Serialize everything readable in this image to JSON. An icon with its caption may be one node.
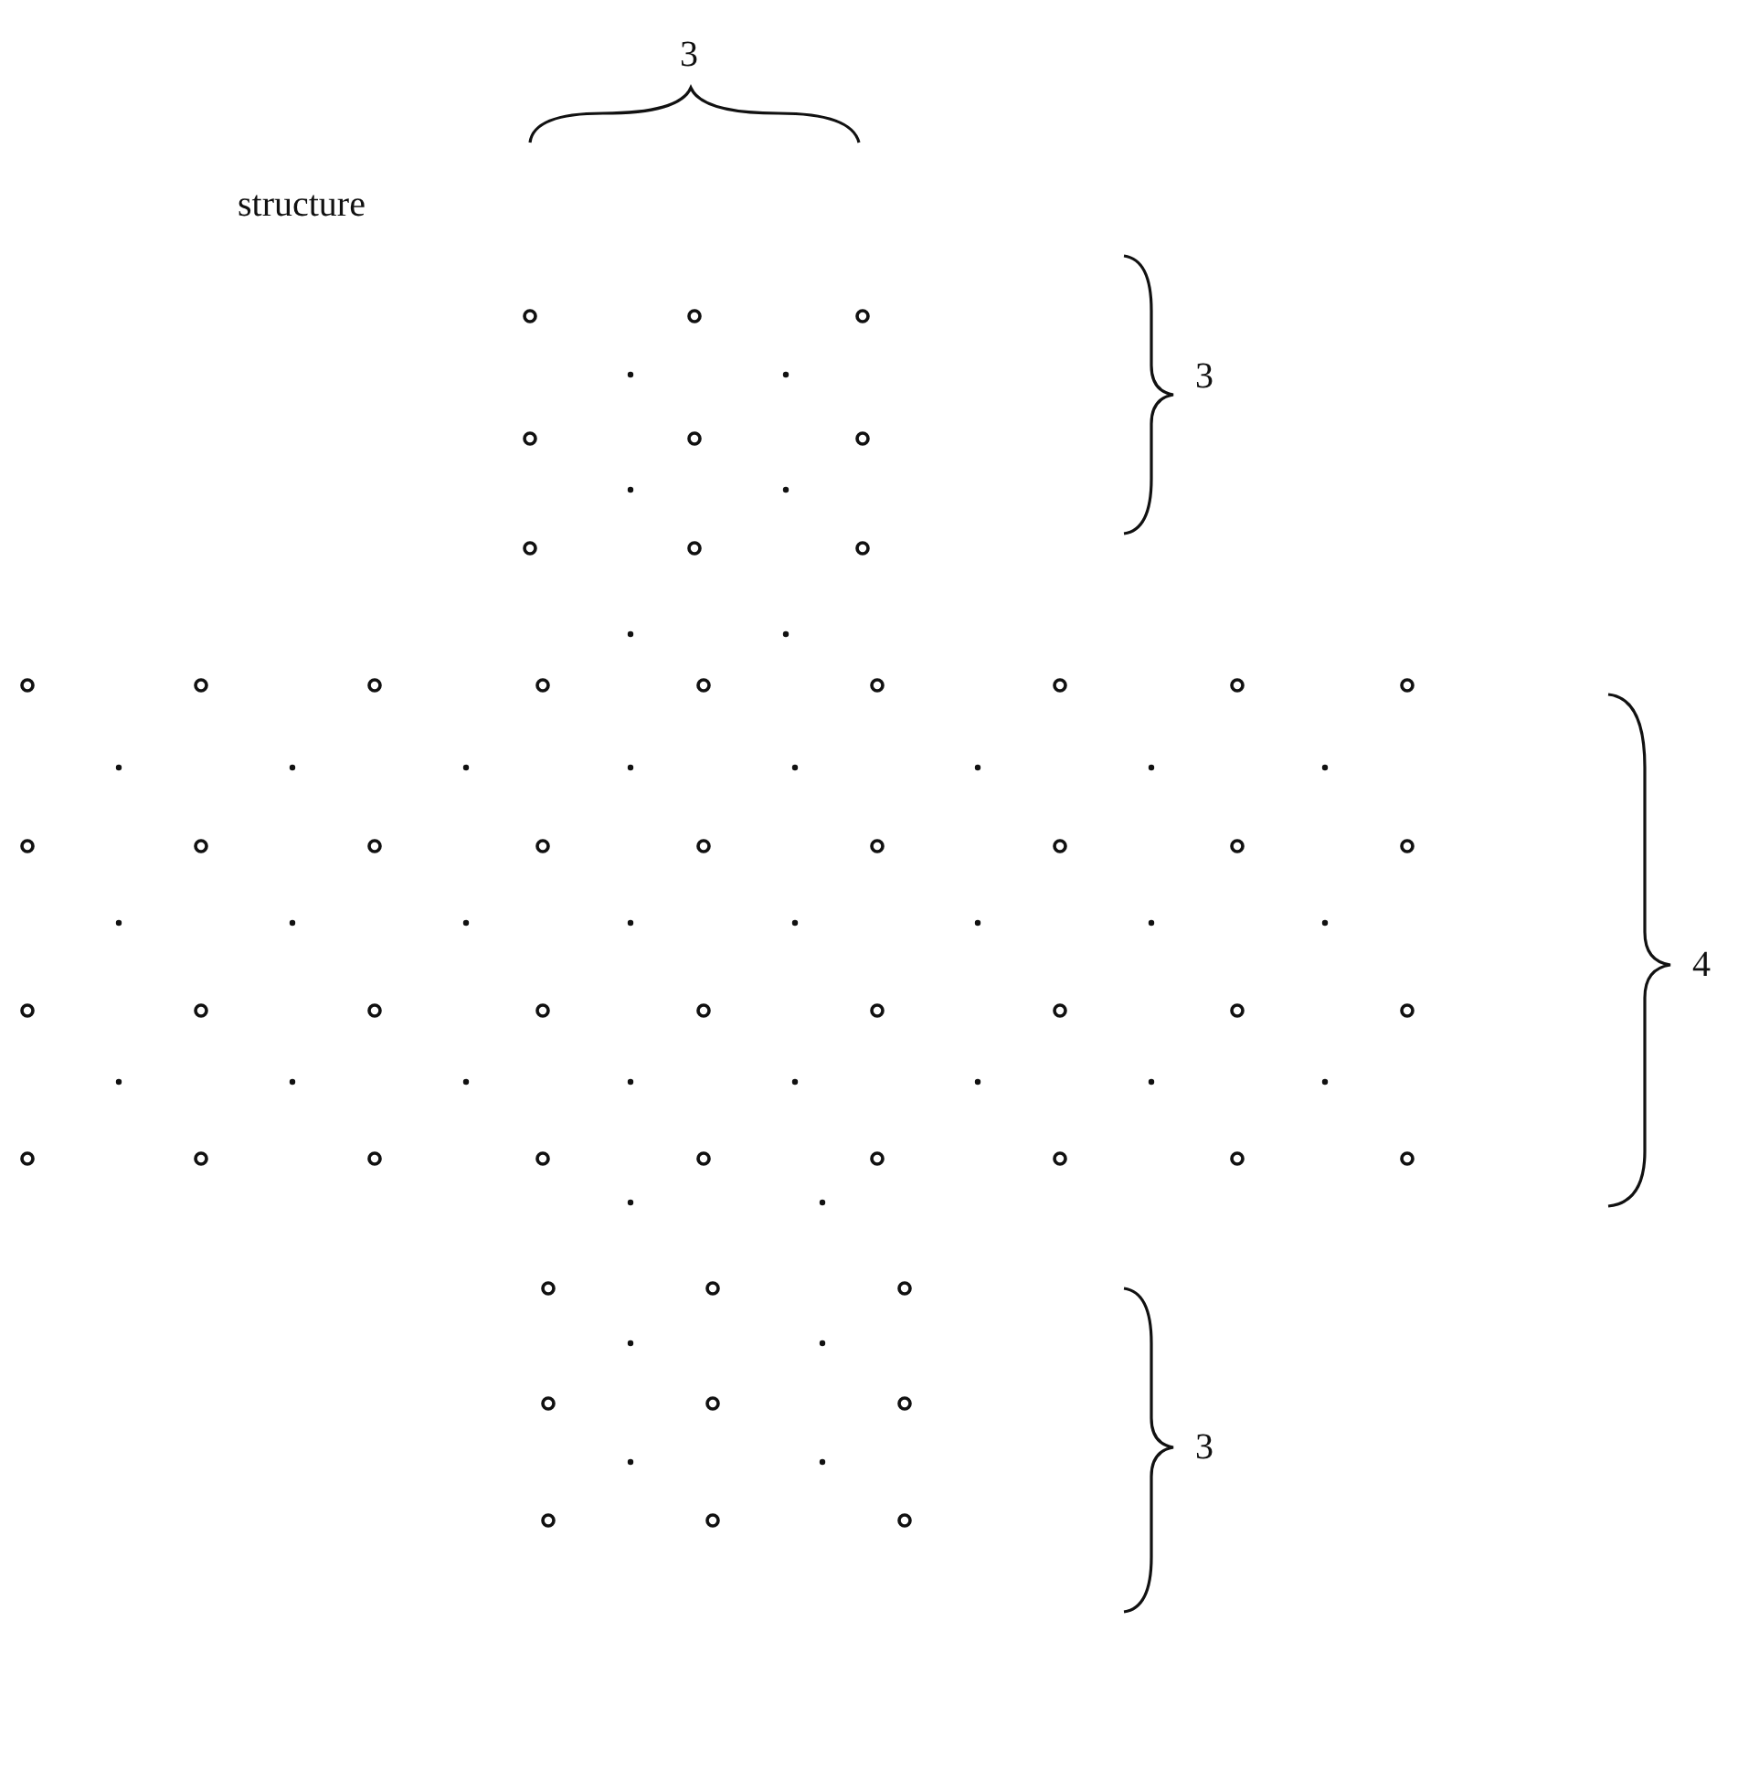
{
  "diagram": {
    "labels": [
      "3",
      "structure",
      "3",
      "4",
      "3"
    ]
  }
}
